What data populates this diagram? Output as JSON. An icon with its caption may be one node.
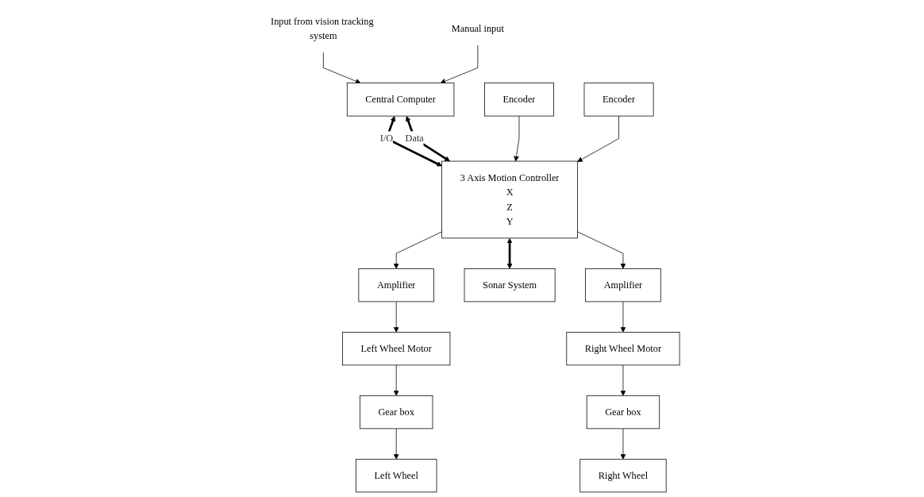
{
  "diagram": {
    "nodes": [
      {
        "text": [
          "Central Computer"
        ]
      },
      {
        "text": [
          "Input from vision tracking system"
        ]
      },
      {
        "text": [
          "Manual input"
        ]
      },
      {
        "text": [
          "3 Axis Motion Controller",
          "X",
          "Z",
          "Y"
        ]
      },
      {
        "text": [
          "Left Wheel"
        ]
      },
      {
        "text": [
          "Amplifier"
        ]
      },
      {
        "text": [
          "Sonar System"
        ]
      },
      {
        "text": [
          "Amplifier"
        ]
      },
      {
        "text": [
          "Right Wheel"
        ]
      },
      {
        "text": [
          "Gear box"
        ]
      },
      {
        "text": [
          "Left Wheel Motor"
        ]
      },
      {
        "text": [
          "Right Wheel Motor"
        ]
      },
      {
        "text": [
          "Gear box"
        ]
      },
      {
        "text": [
          "Encoder"
        ]
      },
      {
        "text": [
          "Encoder"
        ]
      }
    ],
    "edges": [
      {
        "from": 1,
        "to": 0,
        "arrow": "to"
      },
      {
        "from": 2,
        "to": 0,
        "arrow": "to"
      },
      {
        "from": 0,
        "to": 3,
        "arrow": "both",
        "label": "I/O",
        "style": "thick"
      },
      {
        "from": 0,
        "to": 3,
        "arrow": "both",
        "label": "Data",
        "style": "thick"
      },
      {
        "from": 3,
        "to": 5,
        "arrow": "to"
      },
      {
        "from": 3,
        "to": 6,
        "arrow": "both",
        "style": "thick"
      },
      {
        "from": 3,
        "to": 7,
        "arrow": "to"
      },
      {
        "from": 5,
        "to": 10,
        "arrow": "to"
      },
      {
        "from": 7,
        "to": 11,
        "arrow": "to"
      },
      {
        "from": 10,
        "to": 9,
        "arrow": "to"
      },
      {
        "from": 9,
        "to": 4,
        "arrow": "to"
      },
      {
        "from": 11,
        "to": 12,
        "arrow": "to"
      },
      {
        "from": 12,
        "to": 8,
        "arrow": "to"
      },
      {
        "from": 13,
        "to": 3,
        "arrow": "to"
      },
      {
        "from": 14,
        "to": 3,
        "arrow": "to"
      }
    ]
  }
}
